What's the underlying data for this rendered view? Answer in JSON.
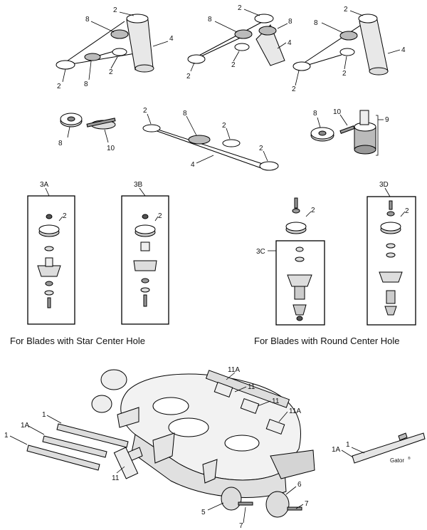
{
  "captions": {
    "star": "For Blades with Star Center Hole",
    "round": "For Blades with Round Center Hole"
  },
  "callouts": {
    "c2": "2",
    "c3a": "3A",
    "c3b": "3B",
    "c3c": "3C",
    "c3d": "3D",
    "c4": "4",
    "c5": "5",
    "c6": "6",
    "c7": "7",
    "c8": "8",
    "c9": "9",
    "c10": "10",
    "c11": "11",
    "c11a": "11A",
    "c1": "1",
    "c1a": "1A"
  },
  "blade_brand": "Gator",
  "blade_brand_mark": "®"
}
